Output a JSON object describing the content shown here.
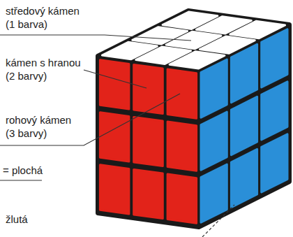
{
  "diagram": {
    "labels": [
      "středový kámen (1 barva)",
      "kámen s hranou (2 barvy)",
      "rohový kámen (3 barvy)",
      "= plochá",
      "žlutá"
    ]
  }
}
